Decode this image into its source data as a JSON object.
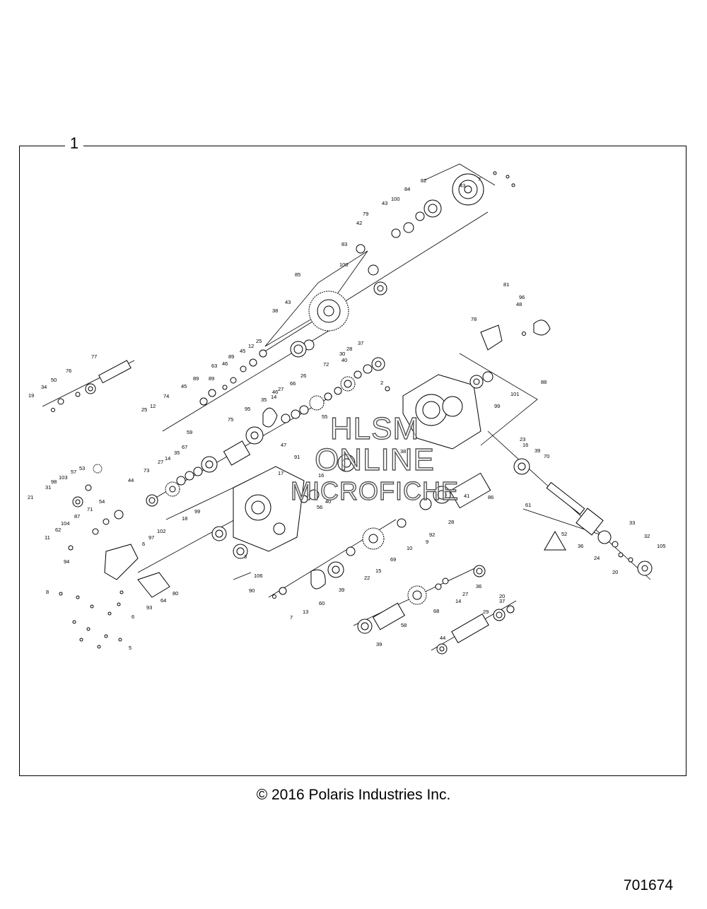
{
  "frame_number": "1",
  "watermark": {
    "line1": "HLSM",
    "line2": "ONLINE",
    "line3": "MICROFICHE"
  },
  "copyright": "© 2016 Polaris Industries Inc.",
  "diagram_number": "701674",
  "callouts": [
    "7",
    "43",
    "82",
    "84",
    "100",
    "43",
    "79",
    "42",
    "81",
    "83",
    "100",
    "85",
    "43",
    "38",
    "96",
    "48",
    "78",
    "25",
    "12",
    "45",
    "89",
    "46",
    "63",
    "89",
    "37",
    "28",
    "30",
    "40",
    "72",
    "46",
    "45",
    "89",
    "74",
    "12",
    "25",
    "77",
    "76",
    "50",
    "34",
    "19",
    "26",
    "66",
    "27",
    "14",
    "35",
    "95",
    "75",
    "2",
    "88",
    "99",
    "101",
    "55",
    "47",
    "59",
    "67",
    "35",
    "14",
    "27",
    "73",
    "44",
    "91",
    "17",
    "38",
    "16",
    "53",
    "57",
    "103",
    "98",
    "31",
    "21",
    "54",
    "71",
    "87",
    "104",
    "62",
    "11",
    "56",
    "99",
    "18",
    "102",
    "97",
    "6",
    "40",
    "94",
    "8",
    "23",
    "16",
    "39",
    "70",
    "52",
    "41",
    "86",
    "61",
    "92",
    "28",
    "9",
    "10",
    "69",
    "15",
    "22",
    "39",
    "60",
    "13",
    "7",
    "33",
    "32",
    "36",
    "24",
    "20",
    "105",
    "36",
    "27",
    "14",
    "68",
    "20",
    "37",
    "29",
    "58",
    "39",
    "44",
    "90",
    "64",
    "80",
    "93",
    "6",
    "5",
    "3",
    "106"
  ]
}
